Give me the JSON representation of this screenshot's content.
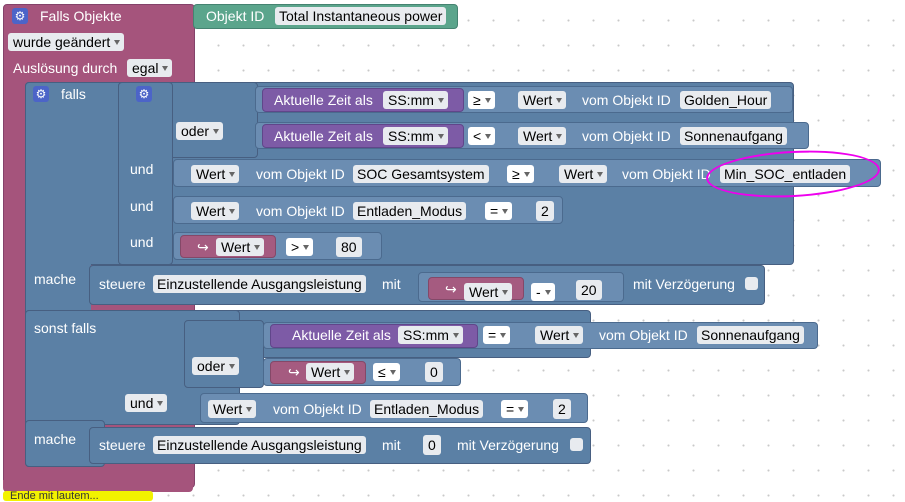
{
  "trigger": {
    "title": "Falls Objekte",
    "object_id_label": "Objekt ID",
    "object_id_value": "Total Instantaneous power",
    "condition": "wurde geändert",
    "trigger_by_label": "Auslösung durch",
    "trigger_by_value": "egal",
    "bottom_text": "Ende mit lautem..."
  },
  "if_block": {
    "falls_label": "falls",
    "oder_label": "oder",
    "und_label": "und",
    "mache_label": "mache",
    "sonst_falls_label": "sonst falls"
  },
  "common": {
    "current_time_label": "Aktuelle Zeit als",
    "time_format": "SS:mm",
    "wert_label": "Wert",
    "vom_objekt_id_label": "vom Objekt ID",
    "steuere_label": "steuere",
    "mit_label": "mit",
    "mit_verzoegerung_label": "mit Verzögerung",
    "var_wert": "Wert"
  },
  "rows": {
    "r1": {
      "op": "≥",
      "target": "Golden_Hour"
    },
    "r2": {
      "op": "<",
      "target": "Sonnenaufgang"
    },
    "r3": {
      "left": "SOC Gesamtsystem",
      "op": "≥",
      "right": "Min_SOC_entladen"
    },
    "r4": {
      "left": "Entladen_Modus",
      "op": "=",
      "value": "2"
    },
    "r5": {
      "op": ">",
      "value": "80"
    },
    "do1": {
      "target": "Einzustellende Ausgangsleistung",
      "op": "-",
      "value": "20"
    },
    "r6": {
      "op": "=",
      "target": "Sonnenaufgang"
    },
    "r7": {
      "op": "≤",
      "value": "0"
    },
    "r8": {
      "left": "Entladen_Modus",
      "op": "=",
      "value": "2"
    },
    "do2": {
      "target": "Einzustellende Ausgangsleistung",
      "value": "0"
    }
  },
  "colors": {
    "event_block": "#a5547c",
    "logic_block": "#5b80a5",
    "time_block": "#7d5ba6",
    "variable_block": "#a55b80",
    "highlight_circle": "#ee00ee"
  }
}
